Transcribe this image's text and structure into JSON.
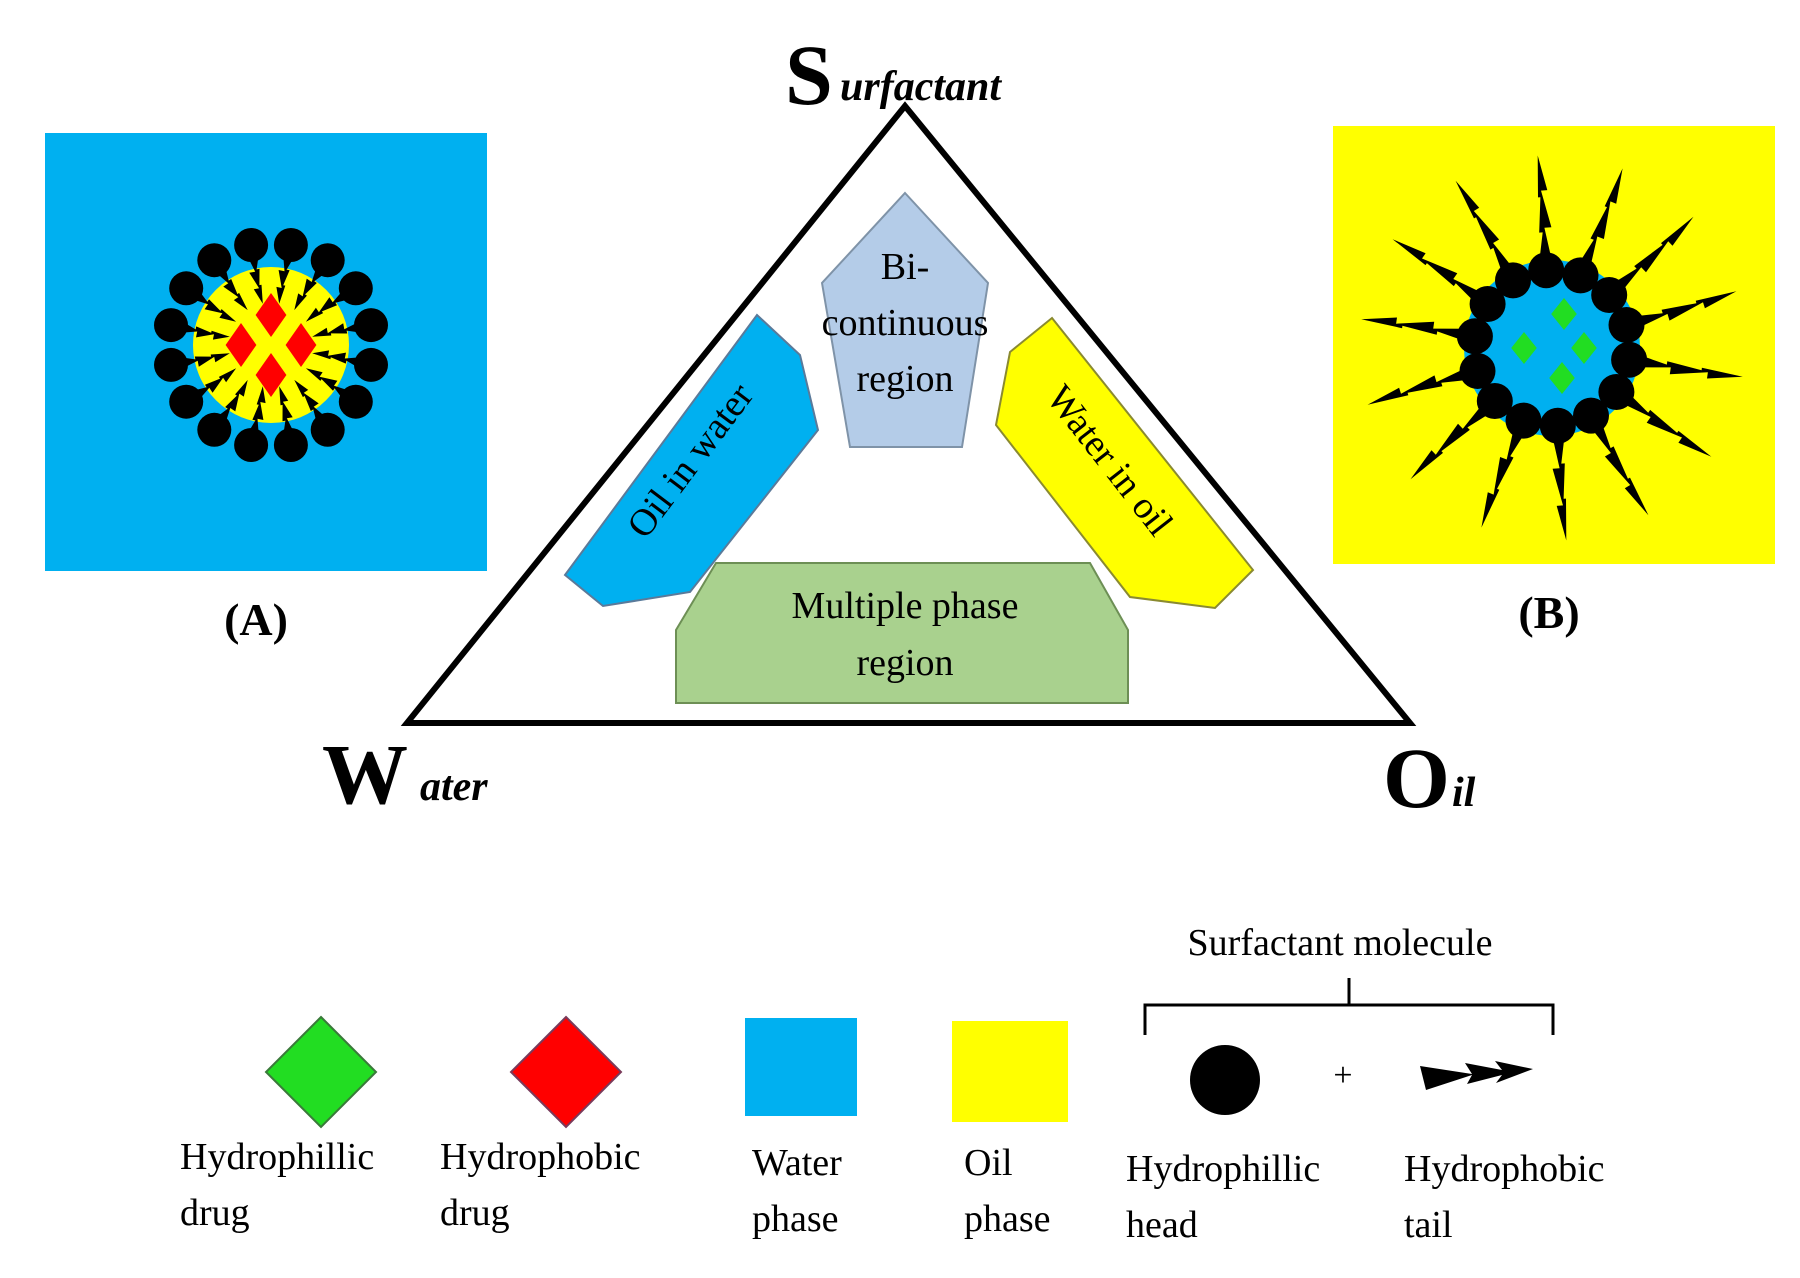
{
  "vertices": {
    "surfactant": {
      "initial": "S",
      "rest": "urfactant"
    },
    "water": {
      "initial": "W",
      "rest": "ater"
    },
    "oil": {
      "initial": "O",
      "rest": "il"
    }
  },
  "regions": {
    "oil_in_water": "Oil in water",
    "bicontinuous": [
      "Bi-",
      "continuous",
      "region"
    ],
    "water_in_oil": "Water in oil",
    "multiple_phase": [
      "Multiple phase",
      "region"
    ]
  },
  "panels": {
    "a": "(A)",
    "b": "(B)"
  },
  "legend": {
    "surfactant_molecule": "Surfactant molecule",
    "plus": "+",
    "hydrophilic_drug": [
      "Hydrophillic",
      "drug"
    ],
    "hydrophobic_drug": [
      "Hydrophobic",
      "drug"
    ],
    "water_phase": [
      "Water",
      "phase"
    ],
    "oil_phase": [
      "Oil",
      "phase"
    ],
    "hydrophilic_head": [
      "Hydrophillic",
      "head"
    ],
    "hydrophobic_tail": [
      "Hydrophobic",
      "tail"
    ]
  },
  "colors": {
    "water": "#00b0f0",
    "oil": "#ffff00",
    "hydrophilic_drug": "#22dd22",
    "hydrophobic_drug": "#ff0000",
    "bicontinuous": "#b4cce8",
    "multiple_phase": "#a9d18e",
    "head": "#000000"
  }
}
